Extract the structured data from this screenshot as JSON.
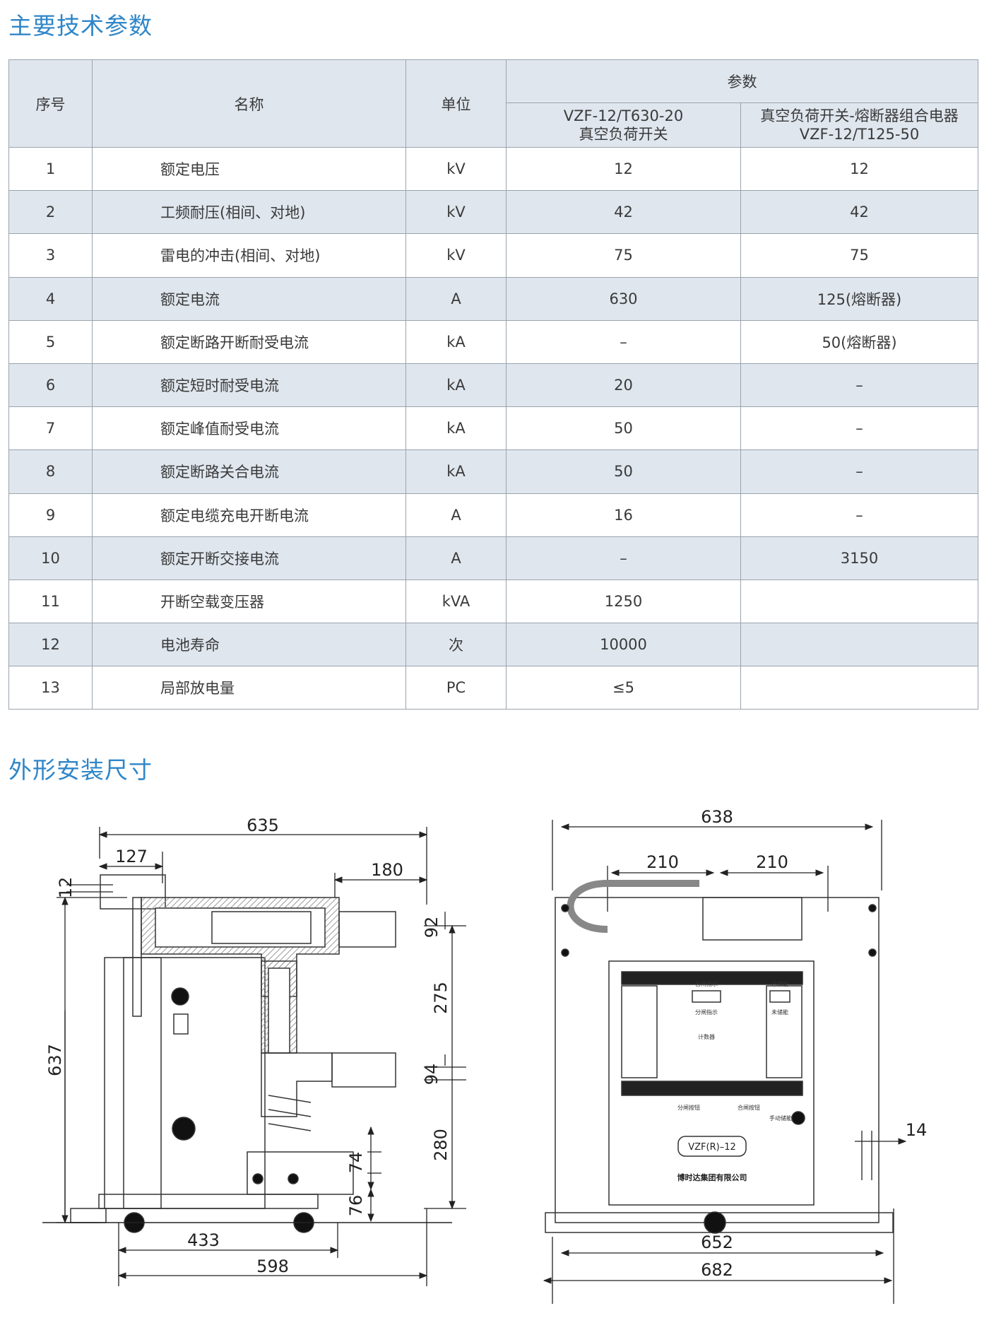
{
  "sections": {
    "spec_title": "主要技术参数",
    "dim_title": "外形安装尺寸"
  },
  "table": {
    "headers": {
      "no": "序号",
      "name": "名称",
      "unit": "单位",
      "params": "参数",
      "col_a_line1": "VZF-12/T630-20",
      "col_a_line2": "真空负荷开关",
      "col_b_line1": "真空负荷开关-熔断器组合电器",
      "col_b_line2": "VZF-12/T125-50"
    },
    "rows": [
      {
        "no": "1",
        "name": "额定电压",
        "unit": "kV",
        "a": "12",
        "b": "12"
      },
      {
        "no": "2",
        "name": "工频耐压(相间、对地)",
        "unit": "kV",
        "a": "42",
        "b": "42"
      },
      {
        "no": "3",
        "name": "雷电的冲击(相间、对地)",
        "unit": "kV",
        "a": "75",
        "b": "75"
      },
      {
        "no": "4",
        "name": "额定电流",
        "unit": "A",
        "a": "630",
        "b": "125(熔断器)"
      },
      {
        "no": "5",
        "name": "额定断路开断耐受电流",
        "unit": "kA",
        "a": "–",
        "b": "50(熔断器)"
      },
      {
        "no": "6",
        "name": "额定短时耐受电流",
        "unit": "kA",
        "a": "20",
        "b": "–"
      },
      {
        "no": "7",
        "name": "额定峰值耐受电流",
        "unit": "kA",
        "a": "50",
        "b": "–"
      },
      {
        "no": "8",
        "name": "额定断路关合电流",
        "unit": "kA",
        "a": "50",
        "b": "–"
      },
      {
        "no": "9",
        "name": "额定电缆充电开断电流",
        "unit": "A",
        "a": "16",
        "b": "–"
      },
      {
        "no": "10",
        "name": "额定开断交接电流",
        "unit": "A",
        "a": "–",
        "b": "3150"
      },
      {
        "no": "11",
        "name": "开断空载变压器",
        "unit": "kVA",
        "a": "1250",
        "b": ""
      },
      {
        "no": "12",
        "name": "电池寿命",
        "unit": "次",
        "a": "10000",
        "b": ""
      },
      {
        "no": "13",
        "name": "局部放电量",
        "unit": "PC",
        "a": "≤5",
        "b": ""
      }
    ]
  },
  "side_view": {
    "dims": {
      "d635": "635",
      "d127": "127",
      "d12": "12",
      "d180": "180",
      "d92": "92",
      "d275": "275",
      "d94": "94",
      "d637": "637",
      "d280": "280",
      "d74": "74",
      "d76": "76",
      "d433": "433",
      "d598": "598"
    }
  },
  "front_view": {
    "dims": {
      "d638": "638",
      "d210a": "210",
      "d210b": "210",
      "d14": "14",
      "d652": "652",
      "d682": "682"
    },
    "panel": {
      "close_indicator": "合闸指示",
      "stored": "已储能",
      "open_indicator": "分闸指示",
      "not_stored": "未储能",
      "counter": "计数器",
      "open_button": "分闸按钮",
      "close_button": "合闸按钮",
      "manual_store": "手动储能",
      "model": "VZF(R)–12",
      "company": "博时达集团有限公司"
    }
  }
}
